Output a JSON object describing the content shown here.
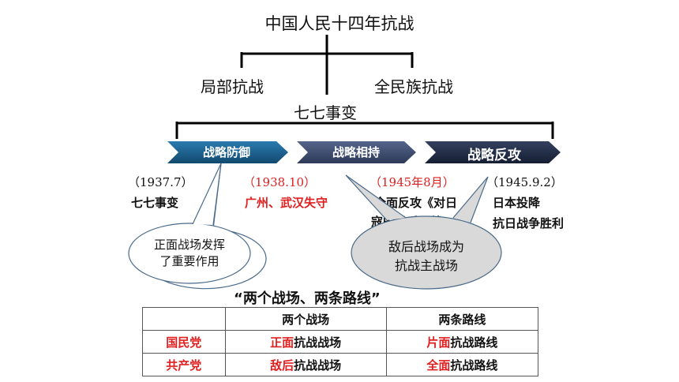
{
  "diagram": {
    "title": "中国人民十四年抗战",
    "branch_left": "局部抗战",
    "branch_right": "全民族抗战",
    "turning_event": "七七事变",
    "stages": [
      {
        "label": "战略防御",
        "color": "#1f5f8b"
      },
      {
        "label": "战略相持",
        "color": "#3c4a6b"
      },
      {
        "label": "战略反攻",
        "color": "#1e2a44"
      }
    ],
    "dates": [
      "（1937.7）",
      "（1938.10）",
      "（1945年8月）",
      "（1945.9.2）"
    ],
    "events": {
      "e1": "七七事变",
      "e2": "广州、武汉失守",
      "e3_line1": "全面反攻《对日",
      "e3_line2": "寇的最后一战",
      "e4_line1": "日本投降",
      "e4_line2": "抗日战争胜利"
    },
    "callouts": {
      "left_line1": "正面战场发挥",
      "left_line2": "了重要作用",
      "right_line1": "敌后战场成为",
      "right_line2": "抗战主战场"
    }
  },
  "table_section": {
    "title": "“两个战场、两条路线”",
    "header": [
      "",
      "两个战场",
      "两条路线"
    ],
    "rows": [
      {
        "party": "国民党",
        "battle_red": "正面",
        "battle_rest": "抗战战场",
        "line_red": "片面",
        "line_rest": "抗战路线"
      },
      {
        "party": "共产党",
        "battle_red": "敌后",
        "battle_rest": "抗战战场",
        "line_red": "全面",
        "line_rest": "抗战路线"
      }
    ]
  },
  "colors": {
    "accent_red": "#e02020",
    "callout_fill_right": "#d9d9d9"
  }
}
